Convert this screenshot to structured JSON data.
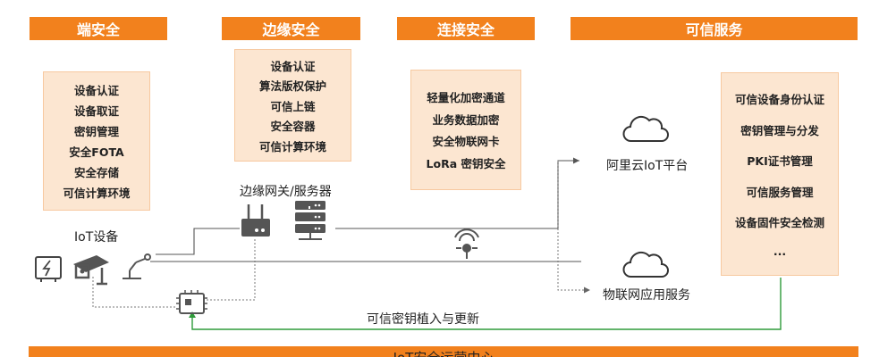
{
  "headers": {
    "endpoint": "端安全",
    "edge": "边缘安全",
    "connection": "连接安全",
    "trusted": "可信服务"
  },
  "endpoint_items": [
    "设备认证",
    "设备取证",
    "密钥管理",
    "安全FOTA",
    "安全存储",
    "可信计算环境"
  ],
  "edge_items": [
    "设备认证",
    "算法版权保护",
    "可信上链",
    "安全容器",
    "可信计算环境"
  ],
  "connection_items": [
    "轻量化加密通道",
    "业务数据加密",
    "安全物联网卡",
    "LoRa 密钥安全"
  ],
  "trusted_items": [
    "可信设备身份认证",
    "密钥管理与分发",
    "PKI证书管理",
    "可信服务管理",
    "设备固件安全检测",
    "..."
  ],
  "labels": {
    "iot_device": "IoT设备",
    "edge_gateway": "边缘网关/服务器",
    "cloud_platform": "阿里云IoT平台",
    "iot_app": "物联网应用服务",
    "key_injection": "可信密钥植入与更新",
    "ops_center": "IoT安全运营中心"
  },
  "colors": {
    "accent": "#f2811d",
    "panel": "#fce6d1",
    "green_line": "#2e9b3a"
  }
}
